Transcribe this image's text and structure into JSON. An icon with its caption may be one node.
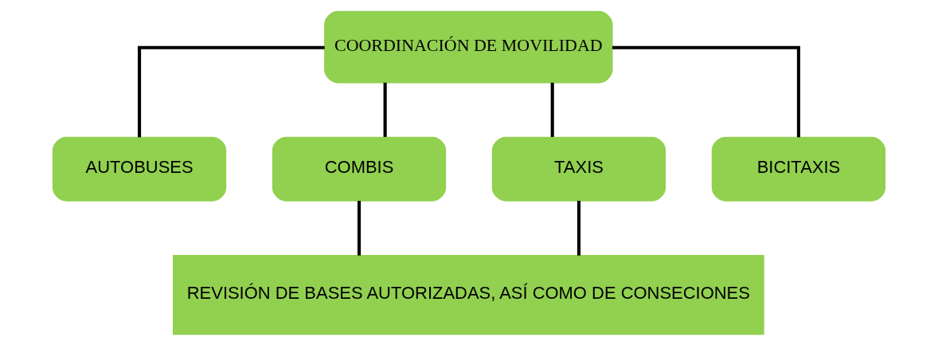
{
  "diagram": {
    "nodes": [
      {
        "text": [
          "COORDINACIÓN DE MOVILIDAD"
        ]
      },
      {
        "text": [
          "AUTOBUSES"
        ]
      },
      {
        "text": [
          "COMBIS"
        ]
      },
      {
        "text": [
          "TAXIS"
        ]
      },
      {
        "text": [
          "BICITAXIS"
        ]
      },
      {
        "text": [
          "REVISIÓN DE BASES AUTORIZADAS, ASÍ COMO DE CONSECIONES"
        ]
      }
    ],
    "edges": [
      {
        "from": 0,
        "to": 1,
        "arrow": "none"
      },
      {
        "from": 0,
        "to": 2,
        "arrow": "none"
      },
      {
        "from": 0,
        "to": 3,
        "arrow": "none"
      },
      {
        "from": 0,
        "to": 4,
        "arrow": "none"
      },
      {
        "from": 2,
        "to": 5,
        "arrow": "none"
      },
      {
        "from": 3,
        "to": 5,
        "arrow": "none"
      }
    ]
  }
}
